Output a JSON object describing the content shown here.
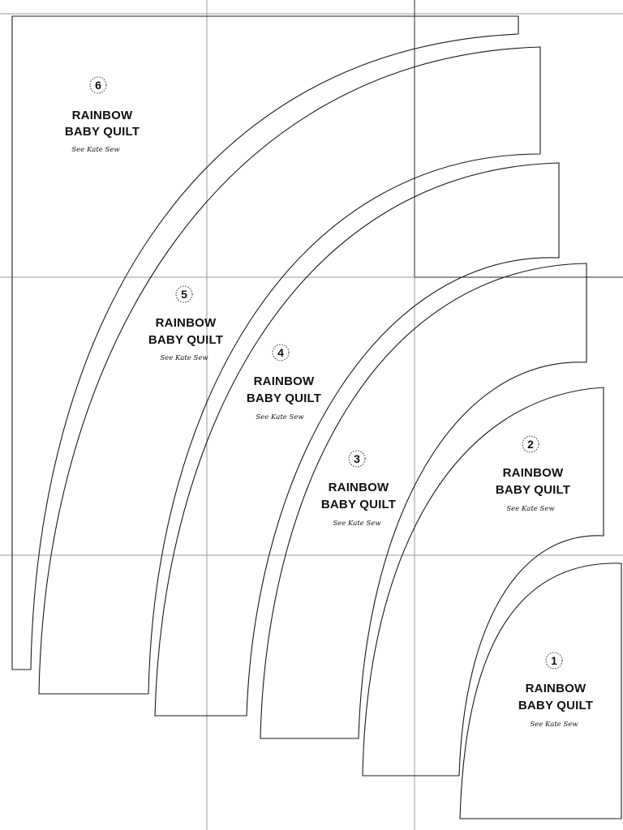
{
  "pattern": {
    "pieces": [
      {
        "number": "1",
        "title_line1": "RAINBOW",
        "title_line2": "BABY QUILT",
        "signature": "See Kate Sew"
      },
      {
        "number": "2",
        "title_line1": "RAINBOW",
        "title_line2": "BABY QUILT",
        "signature": "See Kate Sew"
      },
      {
        "number": "3",
        "title_line1": "RAINBOW",
        "title_line2": "BABY QUILT",
        "signature": "See Kate Sew"
      },
      {
        "number": "4",
        "title_line1": "RAINBOW",
        "title_line2": "BABY QUILT",
        "signature": "See Kate Sew"
      },
      {
        "number": "5",
        "title_line1": "RAINBOW",
        "title_line2": "BABY QUILT",
        "signature": "See Kate Sew"
      },
      {
        "number": "6",
        "title_line1": "RAINBOW",
        "title_line2": "BABY QUILT",
        "signature": "See Kate Sew"
      }
    ]
  }
}
